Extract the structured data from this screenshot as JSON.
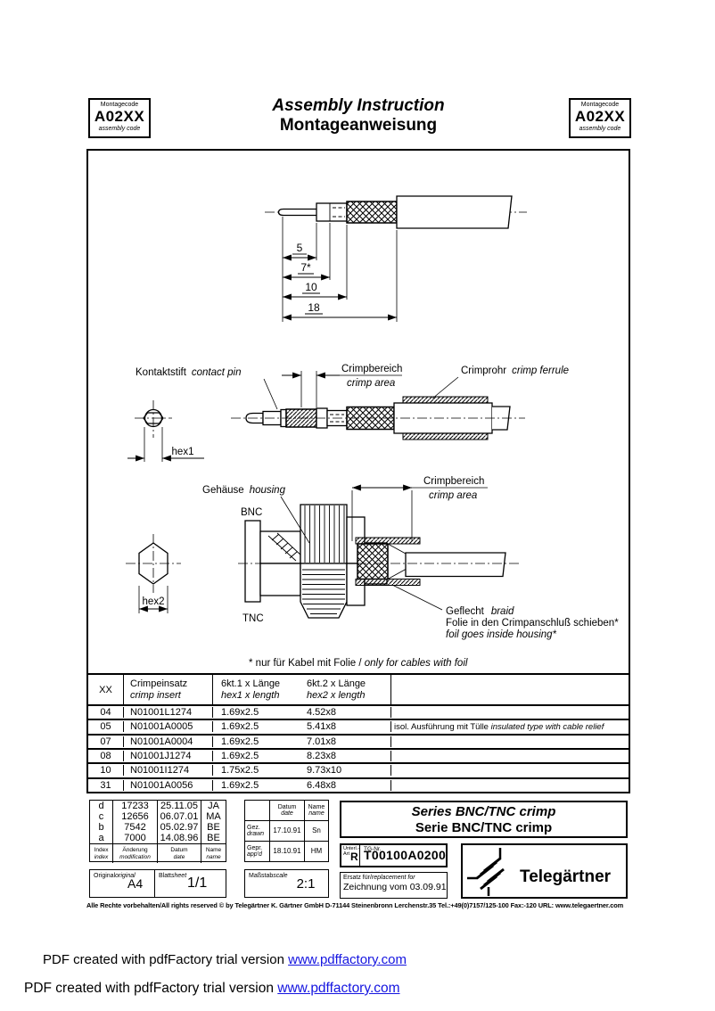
{
  "header": {
    "montagecode_label": "Montagecode",
    "montagecode_value": "A02XX",
    "montagecode_sub": "assembly code",
    "title_en": "Assembly Instruction",
    "title_de": "Montageanweisung"
  },
  "drawings": {
    "dim_5": "5",
    "dim_7": "7*",
    "dim_10": "10",
    "dim_18": "18",
    "kontaktstift_de": "Kontaktstift",
    "kontaktstift_en": "contact pin",
    "crimpbereich_de": "Crimpbereich",
    "crimpbereich_en": "crimp area",
    "crimprohr_de": "Crimprohr",
    "crimprohr_en": "crimp ferrule",
    "hex1": "hex1",
    "hex2": "hex2",
    "gehaeuse_de": "Gehäuse",
    "gehaeuse_en": "housing",
    "bnc": "BNC",
    "tnc": "TNC",
    "crimpbereich2_de": "Crimpbereich",
    "crimpbereich2_en": "crimp area",
    "geflecht_de": "Geflecht",
    "geflecht_en": "braid",
    "folie_de": "Folie in den Crimpanschluß schieben*",
    "folie_en": "foil goes inside housing*",
    "footnote_de": "* nur für Kabel mit Folie / ",
    "footnote_en": "only for cables with foil"
  },
  "table": {
    "col_xx": "XX",
    "col_insert_de": "Crimpeinsatz",
    "col_insert_en": "crimp insert",
    "col_hex1_de": "6kt.1 x Länge",
    "col_hex1_en": "hex1 x length",
    "col_hex2_de": "6kt.2 x Länge",
    "col_hex2_en": "hex2 x length",
    "rows": [
      {
        "xx": "04",
        "insert": "N01001L1274",
        "hex1": "1.69x2.5",
        "hex2": "4.52x8",
        "note_de": "",
        "note_en": ""
      },
      {
        "xx": "05",
        "insert": "N01001A0005",
        "hex1": "1.69x2.5",
        "hex2": "5.41x8",
        "note_de": "isol. Ausführung mit Tülle ",
        "note_en": "insulated type with cable relief"
      },
      {
        "xx": "07",
        "insert": "N01001A0004",
        "hex1": "1.69x2.5",
        "hex2": "7.01x8",
        "note_de": "",
        "note_en": ""
      },
      {
        "xx": "08",
        "insert": "N01001J1274",
        "hex1": "1.69x2.5",
        "hex2": "8.23x8",
        "note_de": "",
        "note_en": ""
      },
      {
        "xx": "10",
        "insert": "N01001I1274",
        "hex1": "1.75x2.5",
        "hex2": "9.73x10",
        "note_de": "",
        "note_en": ""
      },
      {
        "xx": "31",
        "insert": "N01001A0056",
        "hex1": "1.69x2.5",
        "hex2": "6.48x8",
        "note_de": "",
        "note_en": ""
      }
    ]
  },
  "titleblock": {
    "revisions": [
      {
        "index": "d",
        "mod": "17233",
        "date": "25.11.05",
        "name": "JA"
      },
      {
        "index": "c",
        "mod": "12656",
        "date": "06.07.01",
        "name": "MA"
      },
      {
        "index": "b",
        "mod": "7542",
        "date": "05.02.97",
        "name": "BE"
      },
      {
        "index": "a",
        "mod": "7000",
        "date": "14.08.96",
        "name": "BE"
      }
    ],
    "rev_headers": {
      "index_de": "Index",
      "index_en": "index",
      "mod_de": "Änderung",
      "mod_en": "modification",
      "date_de": "Datum",
      "date_en": "date",
      "name_de": "Name",
      "name_en": "name"
    },
    "original_de": "Original",
    "original_en": "original",
    "original_value": "A4",
    "sheet_de": "Blatt",
    "sheet_en": "sheet",
    "sheet_value": "1/1",
    "approvals": {
      "date_de": "Datum",
      "date_en": "date",
      "name_de": "Name",
      "name_en": "name",
      "drawn_de": "Gez.",
      "drawn_en": "drawn",
      "drawn_date": "17.10.91",
      "drawn_name": "Sn",
      "appd_de": "Gepr.",
      "appd_en": "app'd",
      "appd_date": "18.10.91",
      "appd_name": "HM"
    },
    "scale_de": "Maßstab",
    "scale_en": "scale",
    "scale_value": "2:1",
    "series_en": "Series BNC/TNC crimp",
    "series_de": "Serie BNC/TNC crimp",
    "unterl_label1": "Unterl.-",
    "unterl_label2": "Art",
    "unterl_value": "R",
    "tgnr_label": "TG-Nr.",
    "tgnr_value": "T00100A0200",
    "ersatz_de": "Ersatz für/",
    "ersatz_en": "replacement for",
    "ersatz_value": "Zeichnung vom 03.09.91",
    "brand": "Telegärtner",
    "copyright": "Alle Rechte vorbehalten/All rights reserved © by Telegärtner K. Gärtner GmbH D-71144 Steinenbronn Lerchenstr.35 Tel.:+49(0)7157/125-100 Fax:-120 URL: www.telegaertner.com"
  },
  "footer": {
    "line_text": "PDF created with pdfFactory trial version ",
    "link": "www.pdffactory.com"
  }
}
